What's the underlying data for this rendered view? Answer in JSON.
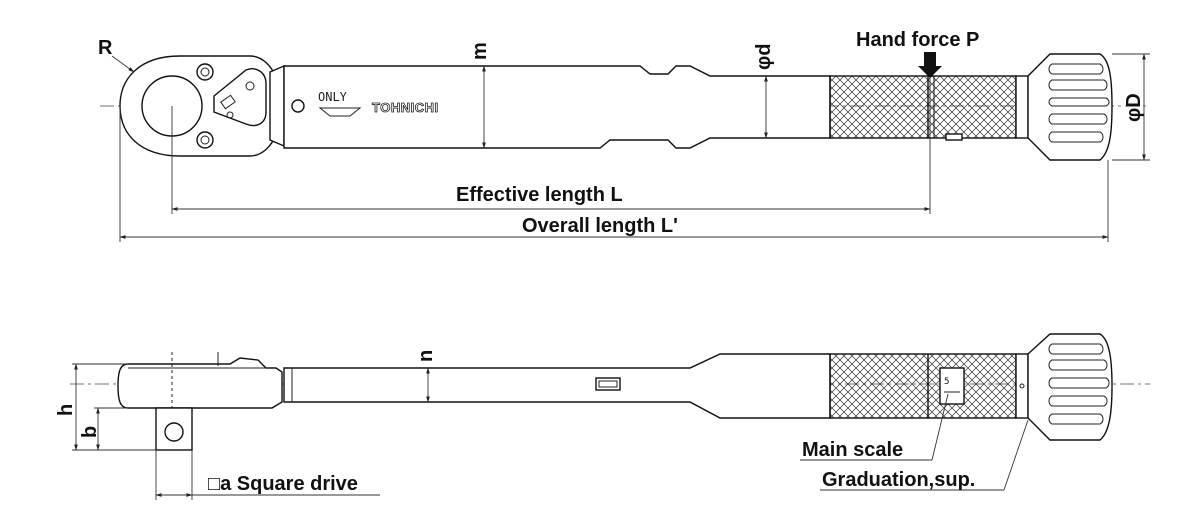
{
  "labels": {
    "r": "R",
    "m": "m",
    "phi_d": "φd",
    "hand_force": "Hand force P",
    "phi_D": "φD",
    "effective_length": "Effective length L",
    "overall_length": "Overall length L'",
    "n": "n",
    "h": "h",
    "b": "b",
    "square_drive": "□a Square drive",
    "main_scale": "Main scale",
    "graduation": "Graduation,sup."
  },
  "marking": {
    "only": "ONLY",
    "brand": "TOHNICHI"
  }
}
